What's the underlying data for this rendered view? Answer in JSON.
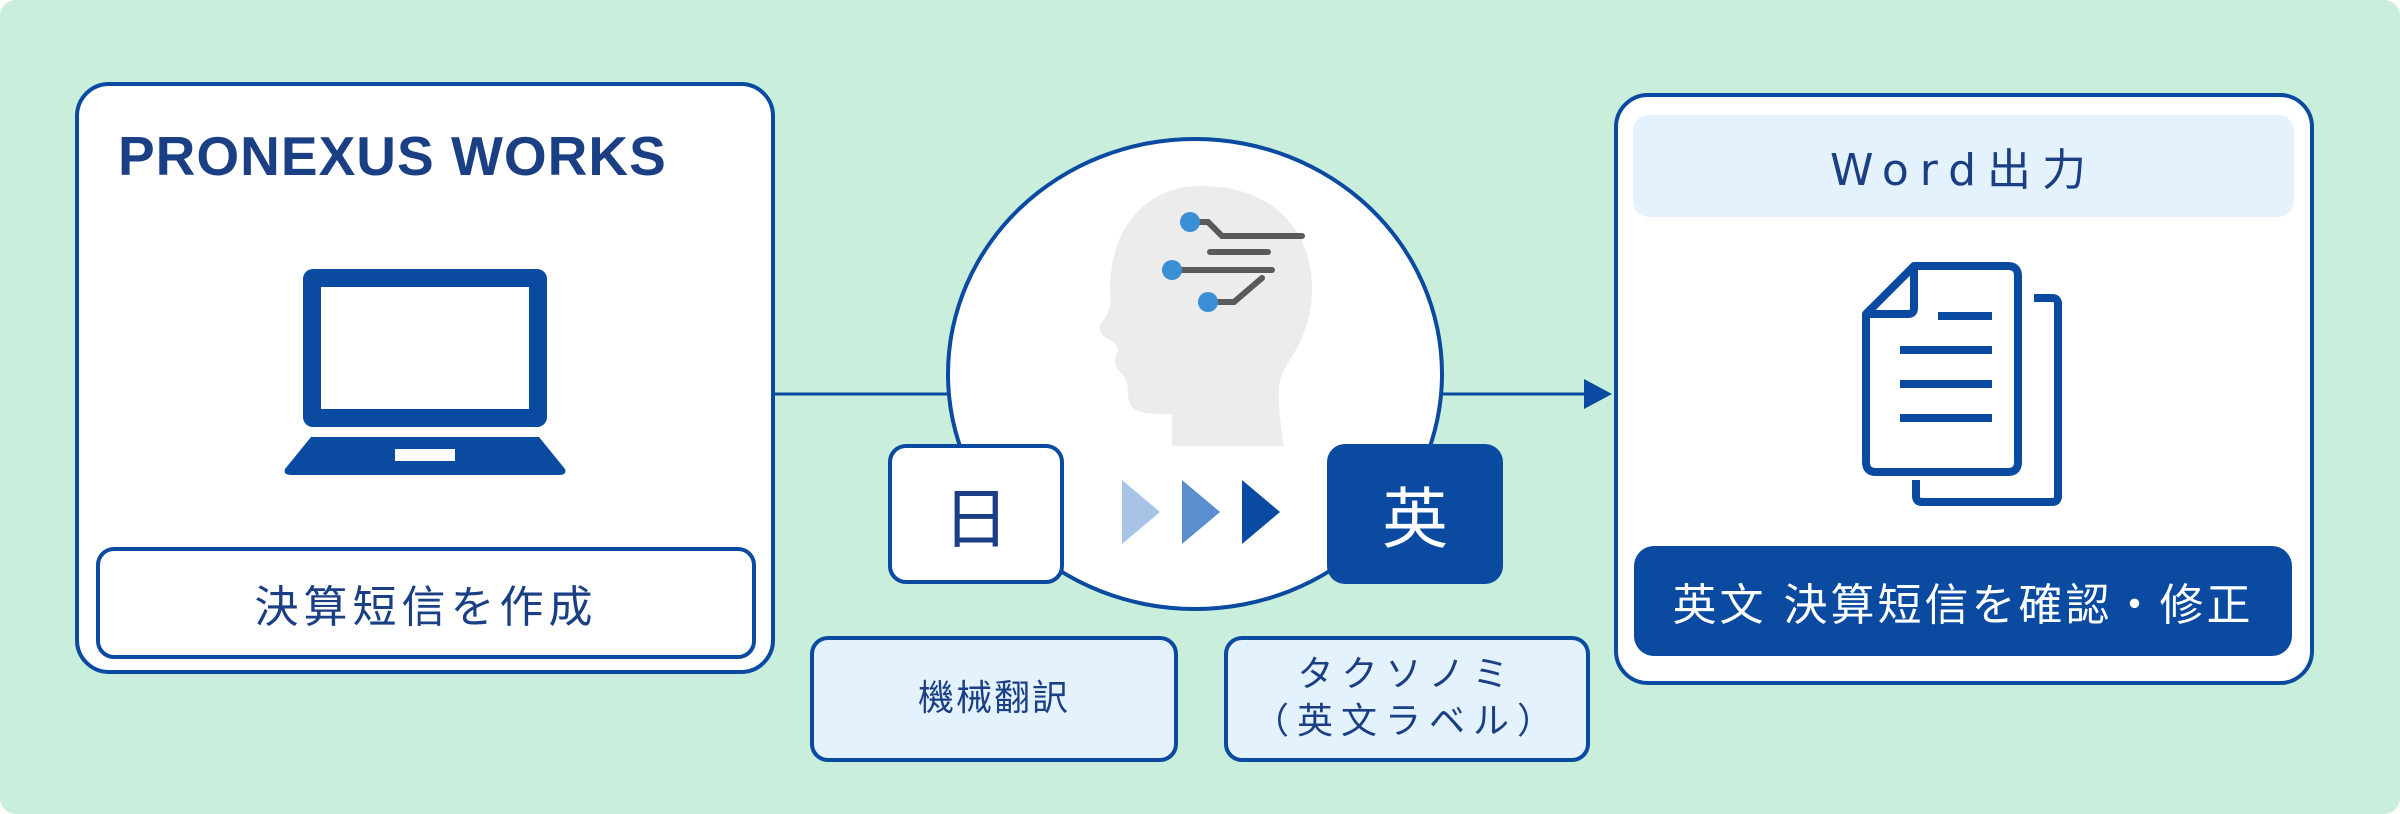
{
  "left_panel": {
    "brand": "PRONEXUS WORKS",
    "icon": "laptop-icon",
    "caption": "決算短信を作成"
  },
  "center": {
    "icon": "ai-head-icon",
    "source_lang": "日",
    "target_lang": "英",
    "progress_icon": "triple-chevron-icon",
    "tags": [
      {
        "label_line1": "機械翻訳",
        "label_line2": ""
      },
      {
        "label_line1": "タクソノミ",
        "label_line2": "（英文ラベル）"
      }
    ]
  },
  "right_panel": {
    "header": "Word出力",
    "icon": "document-copy-icon",
    "caption": "英文 決算短信を確認・修正"
  },
  "colors": {
    "background": "#c9eedb",
    "primary": "#0a4aa0",
    "text": "#1a3f84",
    "light_fill": "#e3f2fc",
    "node_dot": "#3b8fd4",
    "head_gray": "#ececec"
  }
}
